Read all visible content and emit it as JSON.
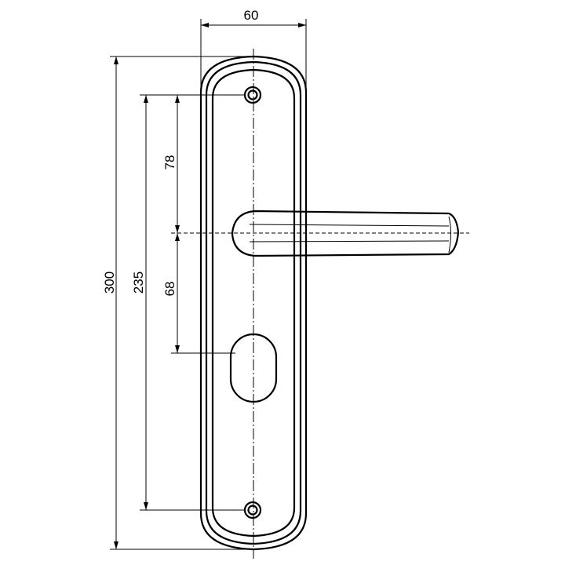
{
  "dimensions": {
    "width": "60",
    "height_total": "300",
    "screw_spacing": "235",
    "top_to_handle": "78",
    "handle_to_keyhole": "68"
  }
}
